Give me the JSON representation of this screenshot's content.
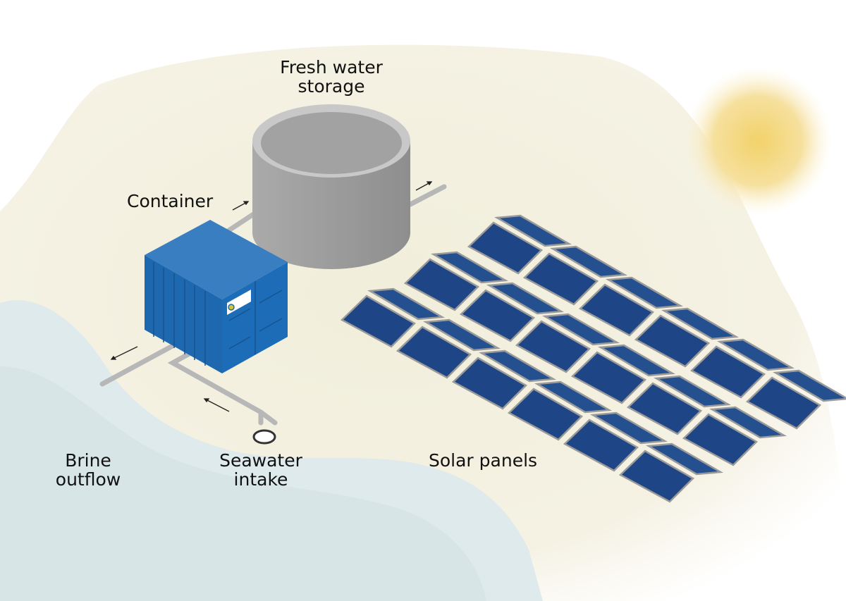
{
  "labels": {
    "fresh_water_storage": [
      "Fresh water",
      "storage"
    ],
    "container": "Container",
    "brine_outflow": [
      "Brine",
      "outflow"
    ],
    "seawater_intake": [
      "Seawater",
      "intake"
    ],
    "solar_panels": "Solar panels"
  },
  "colors": {
    "land": "#f3f0e0",
    "sea": "#dbe8ea",
    "container": "#1f6db8",
    "tank": "#9a9a9a",
    "panel": "#1e4585",
    "pipe": "#b4b4b4",
    "sun": "#f4d77a"
  },
  "solar_array": {
    "rows": 3,
    "panels_per_row": 6
  }
}
